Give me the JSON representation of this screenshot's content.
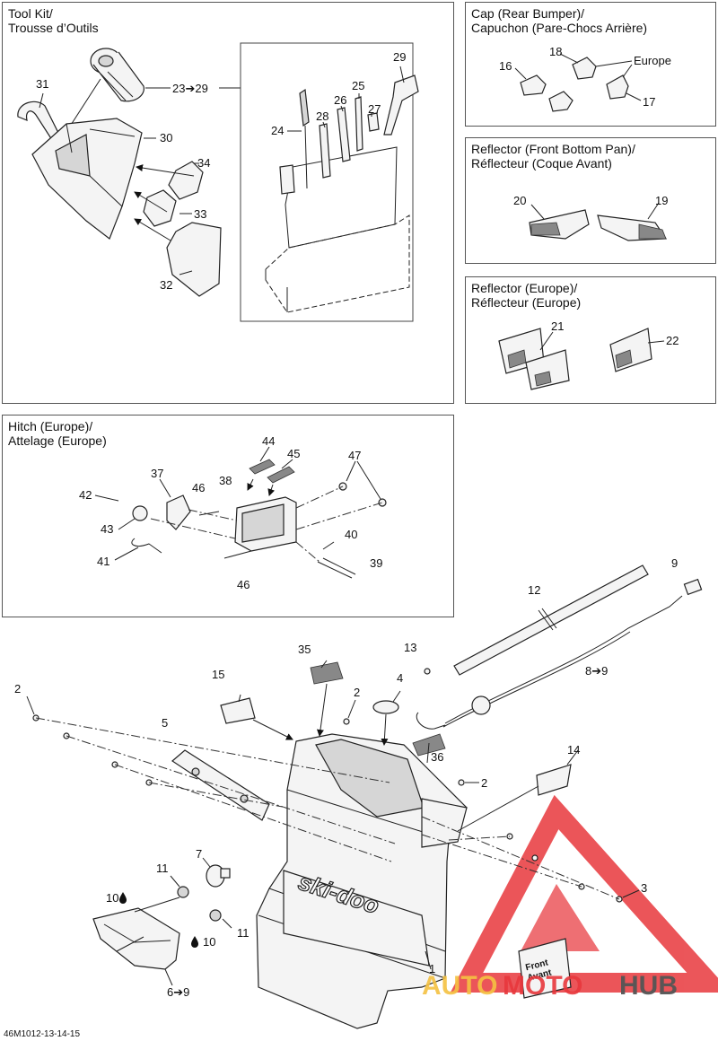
{
  "panels": {
    "tool_kit": {
      "title_line1": "Tool Kit/",
      "title_line2": "Trousse d’Outils"
    },
    "cap": {
      "title_line1": "Cap (Rear Bumper)/",
      "title_line2": "Capuchon (Pare-Chocs Arrière)",
      "europe_label": "Europe"
    },
    "reflector_front": {
      "title_line1": "Reflector (Front Bottom Pan)/",
      "title_line2": "Réflecteur (Coque Avant)"
    },
    "reflector_europe": {
      "title_line1": "Reflector (Europe)/",
      "title_line2": "Réflecteur (Europe)"
    },
    "hitch": {
      "title_line1": "Hitch (Europe)/",
      "title_line2": "Attelage (Europe)"
    }
  },
  "callouts": {
    "tool_kit": [
      "31",
      "23➔29",
      "30",
      "34",
      "33",
      "32",
      "29",
      "25",
      "26",
      "27",
      "28",
      "24"
    ],
    "cap": [
      "18",
      "16",
      "17"
    ],
    "reflector_front": [
      "20",
      "19"
    ],
    "reflector_europe": [
      "21",
      "22"
    ],
    "hitch": [
      "44",
      "45",
      "47",
      "37",
      "46",
      "38",
      "42",
      "43",
      "40",
      "41",
      "39",
      "46"
    ],
    "main": [
      "9",
      "12",
      "13",
      "8➔9",
      "35",
      "4",
      "15",
      "2",
      "2",
      "5",
      "36",
      "14",
      "2",
      "7",
      "11",
      "3",
      "10",
      "10",
      "11",
      "1",
      "6➔9"
    ]
  },
  "decal_text": {
    "brand": "ski-doo",
    "front_line1": "Front",
    "front_line2": "Avant"
  },
  "watermark": {
    "part1": "AUTO",
    "part2": "MOTO",
    "part3": "HUB"
  },
  "figure_code": "46M1012-13-14-15",
  "colors": {
    "watermark_red": "#e8383d",
    "watermark_yellow": "#f5c242",
    "watermark_gray": "#555555",
    "drop": "#111111"
  }
}
